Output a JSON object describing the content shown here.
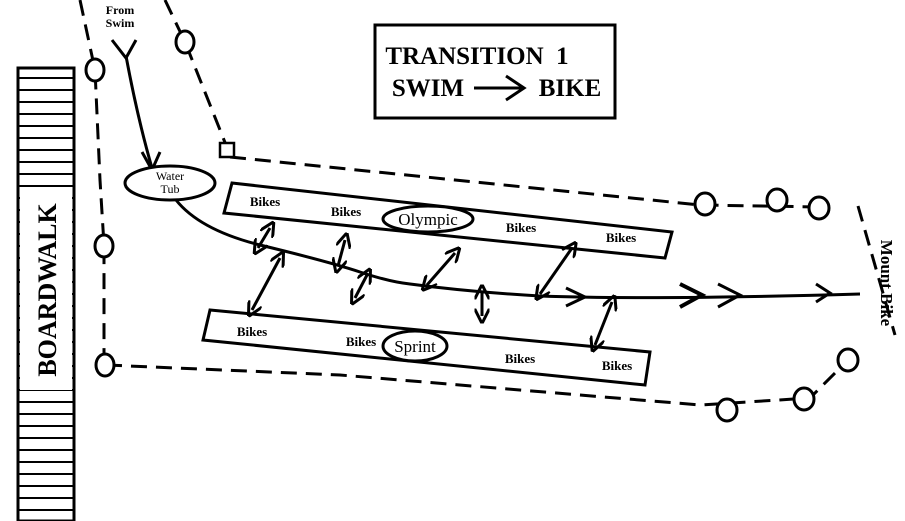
{
  "title": {
    "line1": "TRANSITION  1",
    "line2_left": "SWIM",
    "line2_right": "BIKE"
  },
  "labels": {
    "from_swim_line1": "From",
    "from_swim_line2": "Swim",
    "water_tub_line1": "Water",
    "water_tub_line2": "Tub",
    "boardwalk": "BOARDWALK",
    "mount_bike": "Mount Bike"
  },
  "racks": {
    "olympic": {
      "name": "Olympic",
      "bikes_labels": [
        "Bikes",
        "Bikes",
        "Bikes",
        "Bikes"
      ]
    },
    "sprint": {
      "name": "Sprint",
      "bikes_labels": [
        "Bikes",
        "Bikes",
        "Bikes",
        "Bikes"
      ]
    }
  },
  "colors": {
    "ink": "#000000",
    "background": "#ffffff"
  }
}
